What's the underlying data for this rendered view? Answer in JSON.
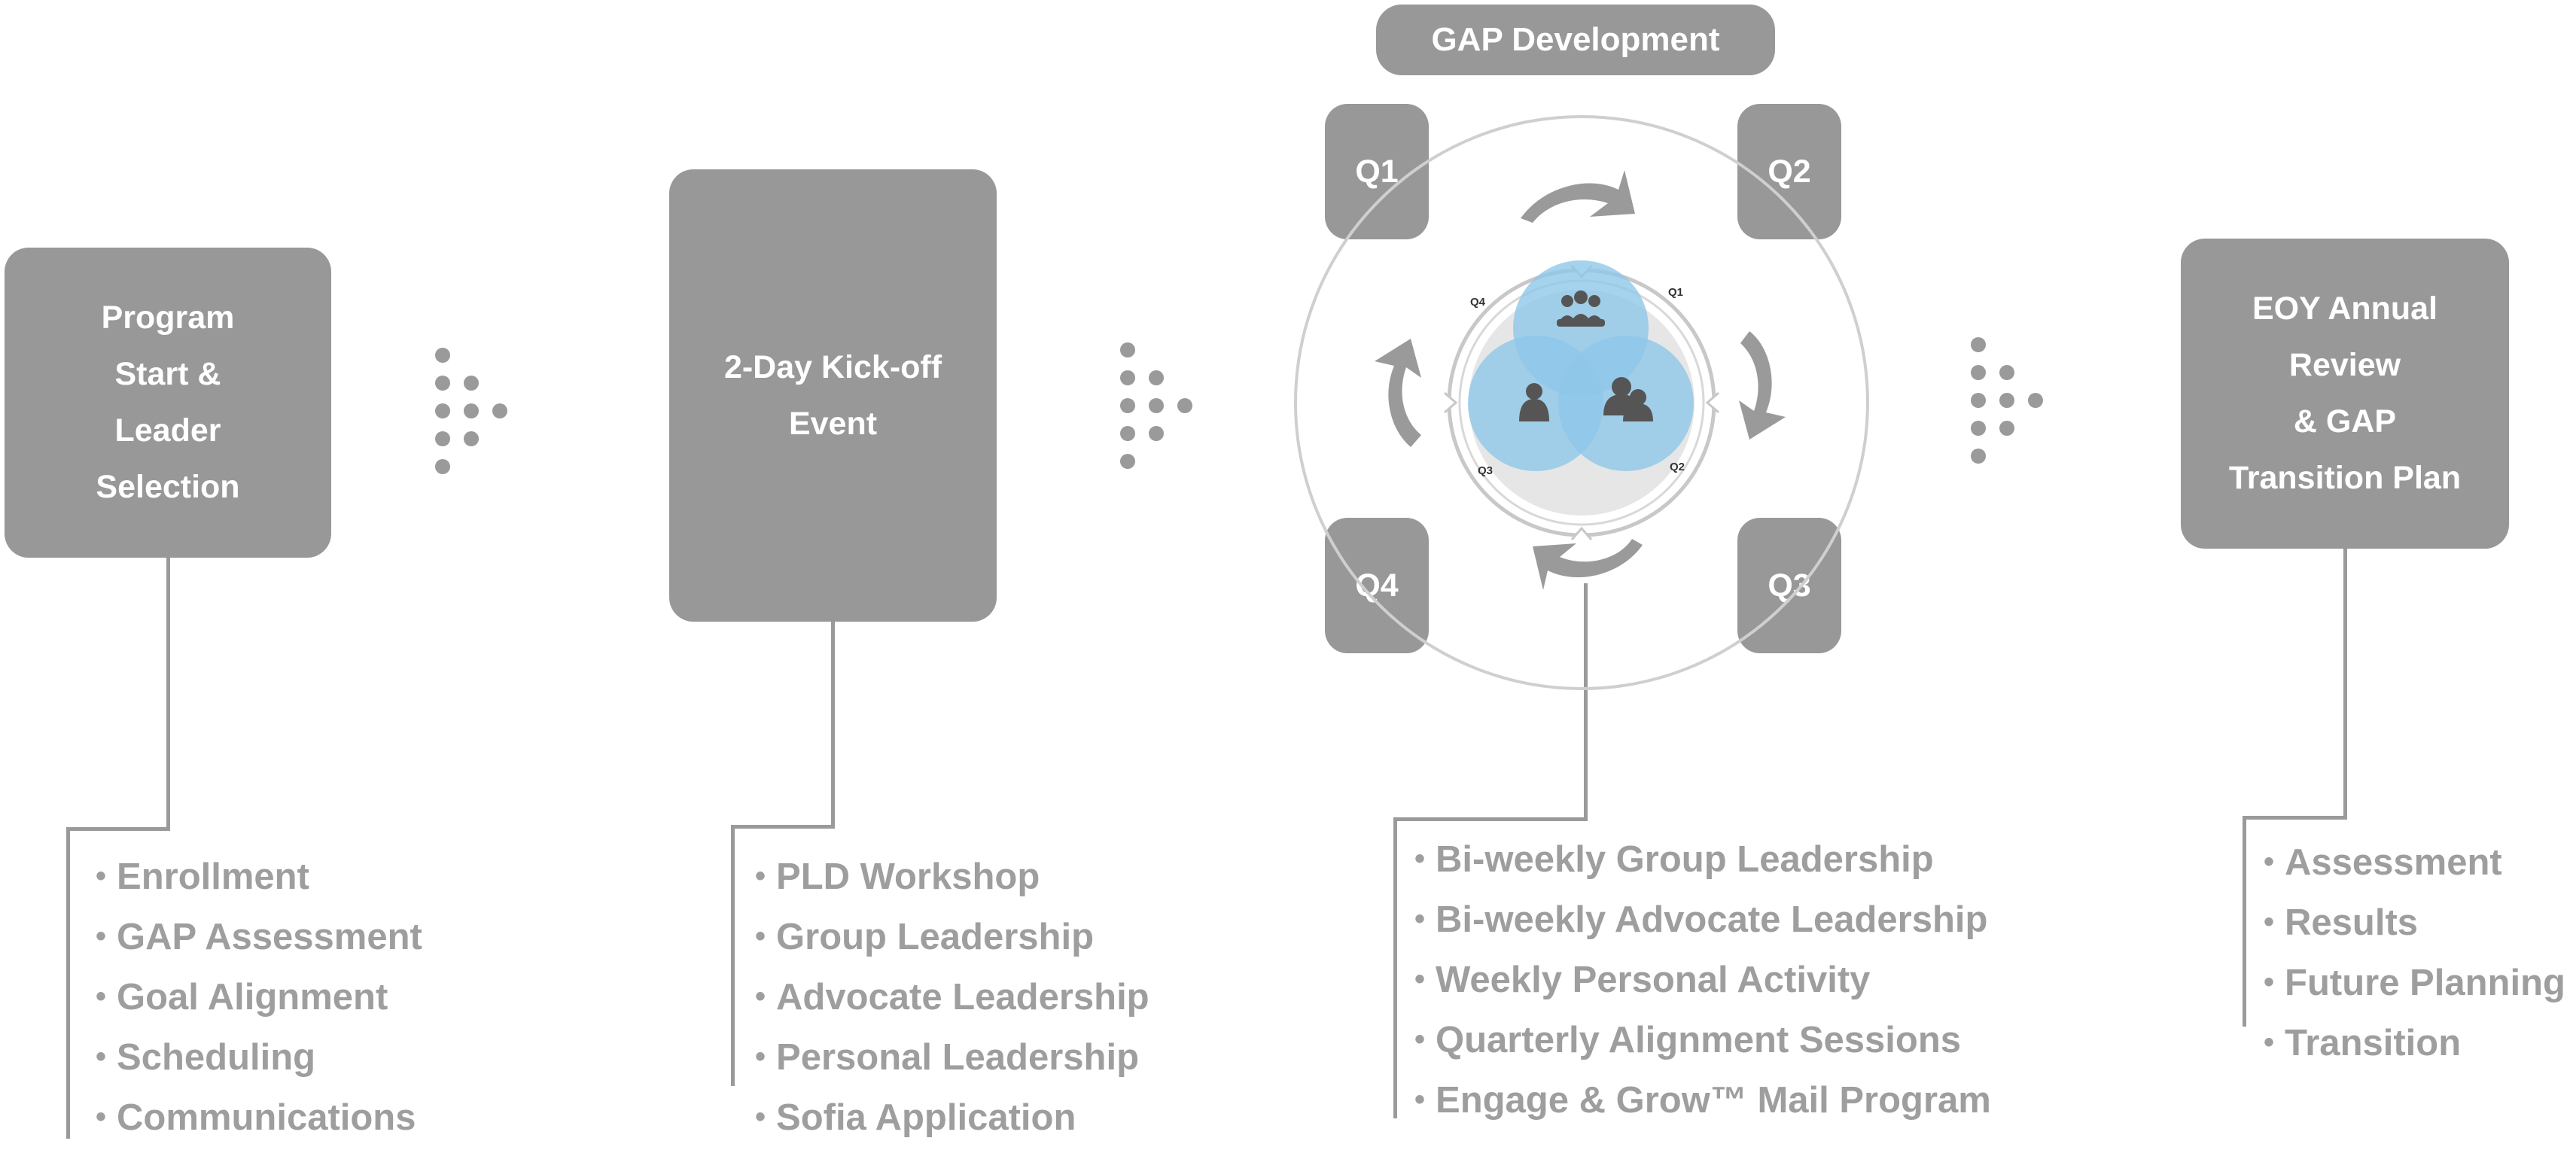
{
  "stages": {
    "s1": {
      "lines": [
        "Program",
        "Start &",
        "Leader",
        "Selection"
      ]
    },
    "s2": {
      "lines": [
        "2-Day Kick-off",
        "Event"
      ]
    },
    "s3": {
      "title": "GAP Development"
    },
    "s4": {
      "lines": [
        "EOY Annual",
        "Review",
        "& GAP",
        "Transition Plan"
      ]
    }
  },
  "quarters": {
    "q1": "Q1",
    "q2": "Q2",
    "q3": "Q3",
    "q4": "Q4"
  },
  "cycle_labels": {
    "q1": "Q1",
    "q2": "Q2",
    "q3": "Q3",
    "q4": "Q4"
  },
  "lists": {
    "s1": [
      "Enrollment",
      "GAP Assessment",
      "Goal Alignment",
      "Scheduling",
      "Communications"
    ],
    "s2": [
      "PLD Workshop",
      "Group Leadership",
      "Advocate Leadership",
      "Personal Leadership",
      "Sofia Application"
    ],
    "s3": [
      "Bi-weekly Group Leadership",
      "Bi-weekly Advocate Leadership",
      "Weekly Personal Activity",
      "Quarterly Alignment Sessions",
      "Engage & Grow™ Mail Program"
    ],
    "s4": [
      "Assessment",
      "Results",
      "Future Planning",
      "Transition"
    ]
  },
  "icons": [
    "group-icon",
    "person-icon",
    "two-people-icon",
    "curved-arrow-icon",
    "dot-arrow-icon"
  ],
  "colors": {
    "box": "#989898",
    "text_list": "#9e9e9e",
    "circle_blue": "#8fc7e8",
    "connector": "#9a9a9a"
  }
}
